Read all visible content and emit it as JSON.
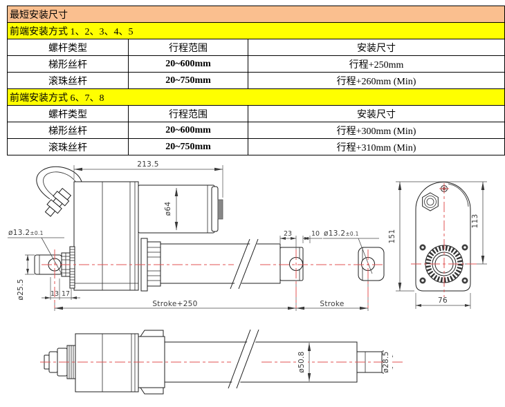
{
  "table": {
    "title": "最短安装尺寸",
    "title_bg": "#FABF8F",
    "section_bg": "#FFFF00",
    "sections": [
      {
        "header": "前端安装方式 1、2、3、4、5",
        "col_headers": [
          "螺杆类型",
          "行程范围",
          "安装尺寸"
        ],
        "rows": [
          [
            "梯形丝杆",
            "20~600mm",
            "行程+250mm"
          ],
          [
            "滚珠丝杆",
            "20~750mm",
            "行程+260mm (Min)"
          ]
        ]
      },
      {
        "header": "前端安装方式 6、7、8",
        "col_headers": [
          "螺杆类型",
          "行程范围",
          "安装尺寸"
        ],
        "rows": [
          [
            "梯形丝杆",
            "20~600mm",
            "行程+300mm (Min)"
          ],
          [
            "滚珠丝杆",
            "20~750mm",
            "行程+310mm (Min)"
          ]
        ]
      }
    ]
  },
  "drawing": {
    "centerline_color": "#e05252",
    "dims": {
      "overall_length": "213.5",
      "motor_dia": "ø64",
      "hole_dia": "ø13.2",
      "hole_tol": "±0.1",
      "front_od": "ø25.5",
      "d13": "13",
      "d17": "17",
      "d23": "23",
      "d10": "10",
      "stroke_plus": "Stroke+250",
      "stroke": "Stroke",
      "end_height": "151",
      "end_pivot": "113",
      "end_width": "76",
      "tube_dia": "ø50.8",
      "rod_dia": "ø28.5"
    }
  }
}
